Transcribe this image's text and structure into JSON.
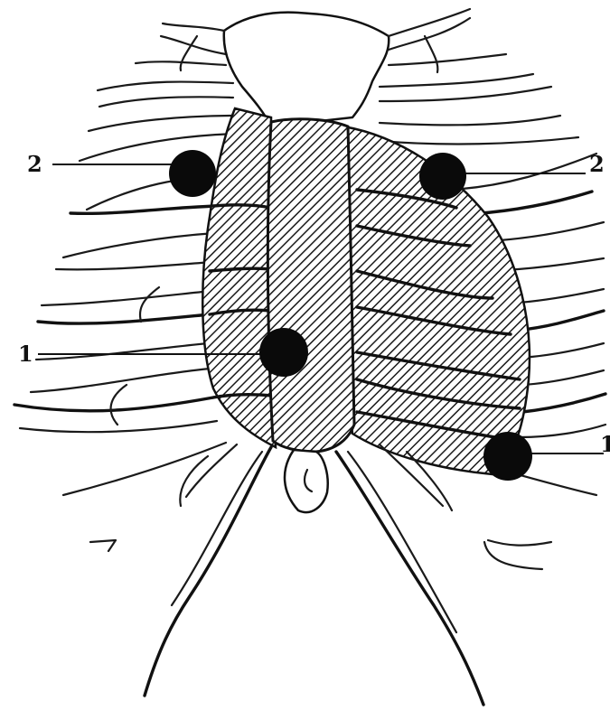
{
  "colors": {
    "ink": "#111111",
    "paper": "#ffffff"
  },
  "markers": [
    {
      "label": "2",
      "side": "left"
    },
    {
      "label": "2",
      "side": "right"
    },
    {
      "label": "1",
      "side": "left"
    },
    {
      "label": "1",
      "side": "right"
    }
  ]
}
